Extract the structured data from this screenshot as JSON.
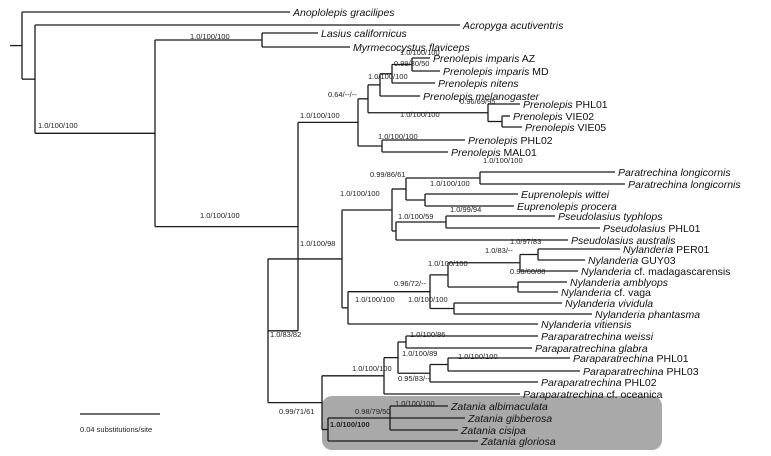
{
  "highlight_color": "#a9a9a9",
  "taxa": [
    {
      "id": "anoplolepis",
      "genus": "Anoplolepis gracilipes",
      "rest": ""
    },
    {
      "id": "acropyga",
      "genus": "Acropyga acutiventris",
      "rest": ""
    },
    {
      "id": "lasius",
      "genus": "Lasius californicus",
      "rest": ""
    },
    {
      "id": "myrmecocystus",
      "genus": "Myrmecocystus flaviceps",
      "rest": ""
    },
    {
      "id": "pren_az",
      "genus": "Prenolepis imparis",
      "rest": " AZ"
    },
    {
      "id": "pren_md",
      "genus": "Prenolepis imparis",
      "rest": " MD"
    },
    {
      "id": "pren_nitens",
      "genus": "Prenolepis nitens",
      "rest": ""
    },
    {
      "id": "pren_mel",
      "genus": "Prenolepis melanogaster",
      "rest": ""
    },
    {
      "id": "pren_phl01",
      "genus": "Prenolepis",
      "rest": " PHL01"
    },
    {
      "id": "pren_vie02",
      "genus": "Prenolepis",
      "rest": " VIE02"
    },
    {
      "id": "pren_vie05",
      "genus": "Prenolepis",
      "rest": " VIE05"
    },
    {
      "id": "pren_phl02",
      "genus": "Prenolepis",
      "rest": " PHL02"
    },
    {
      "id": "pren_mal01",
      "genus": "Prenolepis",
      "rest": " MAL01"
    },
    {
      "id": "para_long1",
      "genus": "Paratrechina longicornis",
      "rest": ""
    },
    {
      "id": "para_long2",
      "genus": "Paratrechina longicornis",
      "rest": ""
    },
    {
      "id": "eu_wittei",
      "genus": "Euprenolepis wittei",
      "rest": ""
    },
    {
      "id": "eu_procera",
      "genus": "Euprenolepis procera",
      "rest": ""
    },
    {
      "id": "ps_typhlops",
      "genus": "Pseudolasius typhlops",
      "rest": ""
    },
    {
      "id": "ps_phl01",
      "genus": "Pseudolasius",
      "rest": " PHL01"
    },
    {
      "id": "ps_australis",
      "genus": "Pseudolasius australis",
      "rest": ""
    },
    {
      "id": "ny_per01",
      "genus": "Nylanderia",
      "rest": " PER01"
    },
    {
      "id": "ny_guy03",
      "genus": "Nylanderia",
      "rest": " GUY03"
    },
    {
      "id": "ny_madag",
      "genus": "Nylanderia",
      "rest": " cf. madagascarensis"
    },
    {
      "id": "ny_amblyops",
      "genus": "Nylanderia amblyops",
      "rest": ""
    },
    {
      "id": "ny_vaga",
      "genus": "Nylanderia",
      "rest": " cf. vaga"
    },
    {
      "id": "ny_vividula",
      "genus": "Nylanderia vividula",
      "rest": ""
    },
    {
      "id": "ny_phantasma",
      "genus": "Nylanderia phantasma",
      "rest": ""
    },
    {
      "id": "ny_vitiensis",
      "genus": "Nylanderia vitiensis",
      "rest": ""
    },
    {
      "id": "pp_weissi",
      "genus": "Paraparatrechina weissi",
      "rest": ""
    },
    {
      "id": "pp_glabra",
      "genus": "Paraparatrechina glabra",
      "rest": ""
    },
    {
      "id": "pp_phl01",
      "genus": "Paraparatrechina",
      "rest": " PHL01"
    },
    {
      "id": "pp_phl03",
      "genus": "Paraparatrechina",
      "rest": " PHL03"
    },
    {
      "id": "pp_phl02",
      "genus": "Paraparatrechina",
      "rest": " PHL02"
    },
    {
      "id": "pp_oceanica",
      "genus": "Paraparatrechina",
      "rest": " cf. oceanica"
    },
    {
      "id": "za_albi",
      "genus": "Zatania albimaculata",
      "rest": ""
    },
    {
      "id": "za_gibb",
      "genus": "Zatania gibberosa",
      "rest": ""
    },
    {
      "id": "za_cisipa",
      "genus": "Zatania cisipa",
      "rest": ""
    },
    {
      "id": "za_glor",
      "genus": "Zatania gloriosa",
      "rest": ""
    }
  ],
  "supports": [
    {
      "id": "s1",
      "text": "1.0/100/100",
      "bold": false
    },
    {
      "id": "s2",
      "text": "1.0/100/100",
      "bold": false
    },
    {
      "id": "s3",
      "text": "1.0/100/100",
      "bold": false
    },
    {
      "id": "s4",
      "text": "0.99/80/50",
      "bold": false
    },
    {
      "id": "s5",
      "text": "1.0/100/100",
      "bold": false
    },
    {
      "id": "s6",
      "text": "0.64/--/--",
      "bold": false
    },
    {
      "id": "s7",
      "text": "1.0/100/100",
      "bold": false
    },
    {
      "id": "s8",
      "text": "1.0/100/100",
      "bold": false
    },
    {
      "id": "s9",
      "text": "0.96/69/95",
      "bold": false
    },
    {
      "id": "s10",
      "text": "1.0/100/100",
      "bold": false
    },
    {
      "id": "s11",
      "text": "1.0/100/100",
      "bold": false
    },
    {
      "id": "s12",
      "text": "0.99/86/61",
      "bold": false
    },
    {
      "id": "s13",
      "text": "1.0/100/100",
      "bold": false
    },
    {
      "id": "s14",
      "text": "1.0/100/100",
      "bold": false
    },
    {
      "id": "s15",
      "text": "1.0/100/100",
      "bold": false
    },
    {
      "id": "s16",
      "text": "1.0/99/94",
      "bold": false
    },
    {
      "id": "s17",
      "text": "1.0/100/59",
      "bold": false
    },
    {
      "id": "s18",
      "text": "1.0/97/83",
      "bold": false
    },
    {
      "id": "s19",
      "text": "1.0/83/--",
      "bold": false
    },
    {
      "id": "s20",
      "text": "1.0/100/98",
      "bold": false
    },
    {
      "id": "s21",
      "text": "1.0/100/100",
      "bold": false
    },
    {
      "id": "s22",
      "text": "0.96/72/--",
      "bold": false
    },
    {
      "id": "s23",
      "text": "0.98/60/88",
      "bold": false
    },
    {
      "id": "s24",
      "text": "1.0/100/100",
      "bold": false
    },
    {
      "id": "s25",
      "text": "1.0/100/100",
      "bold": false
    },
    {
      "id": "s26",
      "text": "1.0/100/86",
      "bold": false
    },
    {
      "id": "s27",
      "text": "1.0/83/82",
      "bold": false
    },
    {
      "id": "s28",
      "text": "1.0/100/89",
      "bold": false
    },
    {
      "id": "s29",
      "text": "1.0/100/100",
      "bold": false
    },
    {
      "id": "s30",
      "text": "1.0/100/100",
      "bold": false
    },
    {
      "id": "s31",
      "text": "0.95/83/--",
      "bold": false
    },
    {
      "id": "s32",
      "text": "1.0/100/100",
      "bold": false
    },
    {
      "id": "s33",
      "text": "0.98/79/50",
      "bold": false
    },
    {
      "id": "s34",
      "text": "0.99/71/61",
      "bold": false
    },
    {
      "id": "s35",
      "text": "1.0/100/100",
      "bold": true
    }
  ],
  "scale_bar": {
    "label": "0.04 substitutions/site"
  }
}
